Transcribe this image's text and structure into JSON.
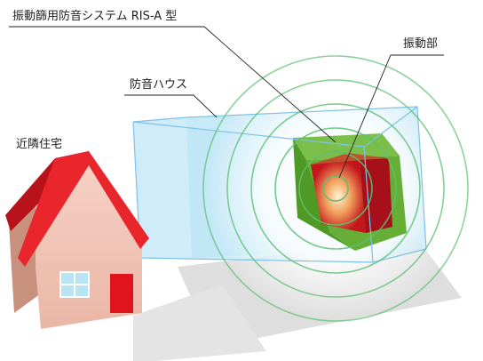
{
  "labels": {
    "system_title": "振動篩用防音システム RIS-A 型",
    "vibration_part": "振動部",
    "soundproof_house": "防音ハウス",
    "neighbor_house": "近隣住宅"
  },
  "colors": {
    "house_roof": "#e8262c",
    "house_wall": "#f4c9bd",
    "house_wall_side": "#c7917e",
    "house_door": "#e0141c",
    "house_window": "#b9e4f4",
    "enclosure": "#a8dcf2",
    "enclosure_edge": "#7cc3e6",
    "sound_wave": "#5cbf72",
    "vibrator_outer": "#5aa02c",
    "vibrator_inner": "#c4161c",
    "ground_shadow": "#dcdcdc"
  },
  "sound_wave_count": 6
}
